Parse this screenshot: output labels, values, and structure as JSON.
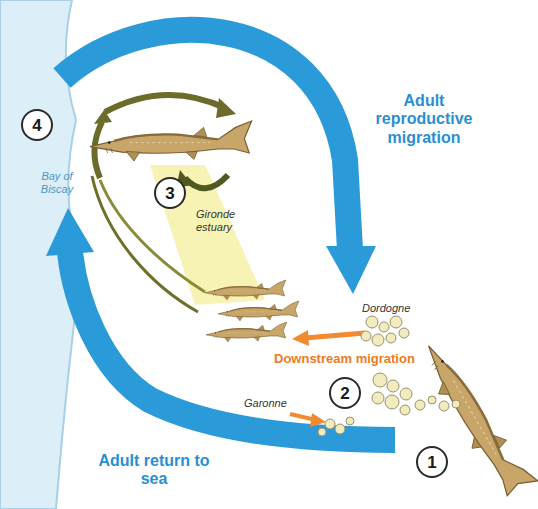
{
  "diagram": {
    "nodes": [
      {
        "text": [
          "1"
        ]
      },
      {
        "text": [
          "2"
        ]
      },
      {
        "text": [
          "3"
        ]
      },
      {
        "text": [
          "4"
        ]
      }
    ],
    "labels": [
      "Adult reproductive migration",
      "Bay of Biscay",
      "Gironde estuary",
      "Dordogne",
      "Downstream migration",
      "Garonne",
      "Adult return to sea"
    ]
  }
}
